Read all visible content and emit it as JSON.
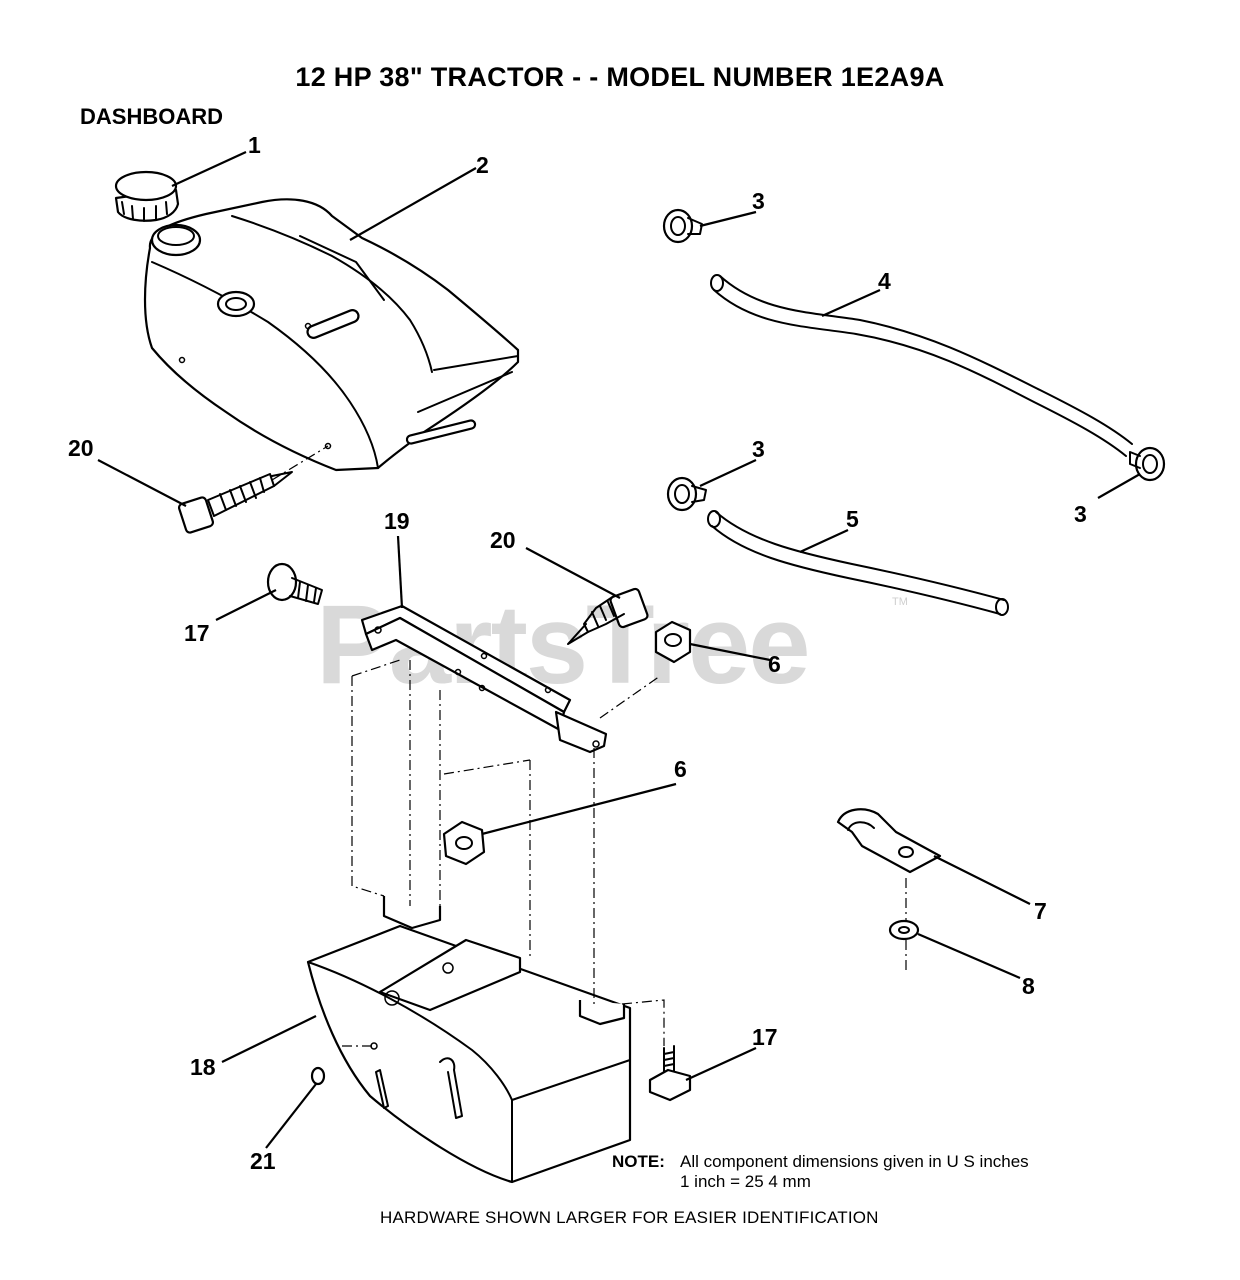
{
  "title": "12 HP 38\" TRACTOR - - MODEL NUMBER 1E2A9A",
  "section": "DASHBOARD",
  "watermark": {
    "brand": "PartsTree",
    "trademark": "TM"
  },
  "callouts": [
    {
      "id": "c1",
      "label": "1"
    },
    {
      "id": "c2",
      "label": "2"
    },
    {
      "id": "c3a",
      "label": "3"
    },
    {
      "id": "c4",
      "label": "4"
    },
    {
      "id": "c20a",
      "label": "20"
    },
    {
      "id": "c3b",
      "label": "3"
    },
    {
      "id": "c3c",
      "label": "3"
    },
    {
      "id": "c19",
      "label": "19"
    },
    {
      "id": "c20b",
      "label": "20"
    },
    {
      "id": "c5",
      "label": "5"
    },
    {
      "id": "c17a",
      "label": "17"
    },
    {
      "id": "c6a",
      "label": "6"
    },
    {
      "id": "c6b",
      "label": "6"
    },
    {
      "id": "c7",
      "label": "7"
    },
    {
      "id": "c8",
      "label": "8"
    },
    {
      "id": "c17b",
      "label": "17"
    },
    {
      "id": "c18",
      "label": "18"
    },
    {
      "id": "c21",
      "label": "21"
    }
  ],
  "note": {
    "label": "NOTE:",
    "line1": "All component dimensions given in U S  inches",
    "line2": "1 inch = 25 4 mm"
  },
  "footer": "HARDWARE SHOWN LARGER FOR EASIER IDENTIFICATION"
}
